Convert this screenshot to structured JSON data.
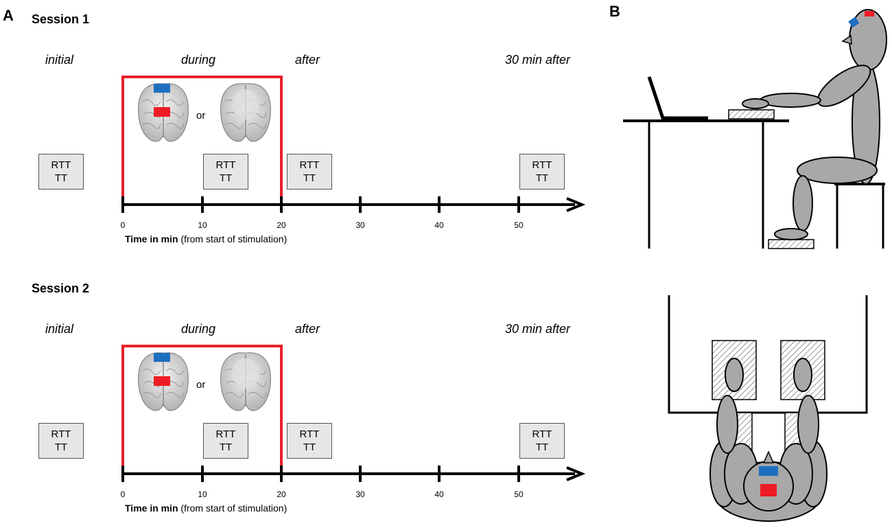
{
  "panel_a_label": "A",
  "panel_b_label": "B",
  "brain_or": "or",
  "sessions": [
    {
      "title": "Session 1",
      "phases": {
        "initial": "initial",
        "during": "during",
        "after": "after",
        "after30": "30 min after"
      },
      "boxes": [
        {
          "line1": "RTT",
          "line2": "TT"
        },
        {
          "line1": "RTT",
          "line2": "TT"
        },
        {
          "line1": "RTT",
          "line2": "TT"
        },
        {
          "line1": "RTT",
          "line2": "TT"
        }
      ],
      "ticks": [
        "0",
        "10",
        "20",
        "30",
        "40",
        "50"
      ],
      "axis_label_bold": "Time in min",
      "axis_label_rest": " (from start of stimulation)"
    },
    {
      "title": "Session 2",
      "phases": {
        "initial": "initial",
        "during": "during",
        "after": "after",
        "after30": "30 min after"
      },
      "boxes": [
        {
          "line1": "RTT",
          "line2": "TT"
        },
        {
          "line1": "RTT",
          "line2": "TT"
        },
        {
          "line1": "RTT",
          "line2": "TT"
        },
        {
          "line1": "RTT",
          "line2": "TT"
        }
      ],
      "ticks": [
        "0",
        "10",
        "20",
        "30",
        "40",
        "50"
      ],
      "axis_label_bold": "Time in min",
      "axis_label_rest": " (from start of stimulation)"
    }
  ],
  "colors": {
    "stimulation_frame": "#e8202a",
    "electrode_blue": "#1f6fc1",
    "electrode_red": "#ee1c24",
    "figure_gray": "#a8a8a8",
    "box_fill": "#e6e6e6"
  }
}
